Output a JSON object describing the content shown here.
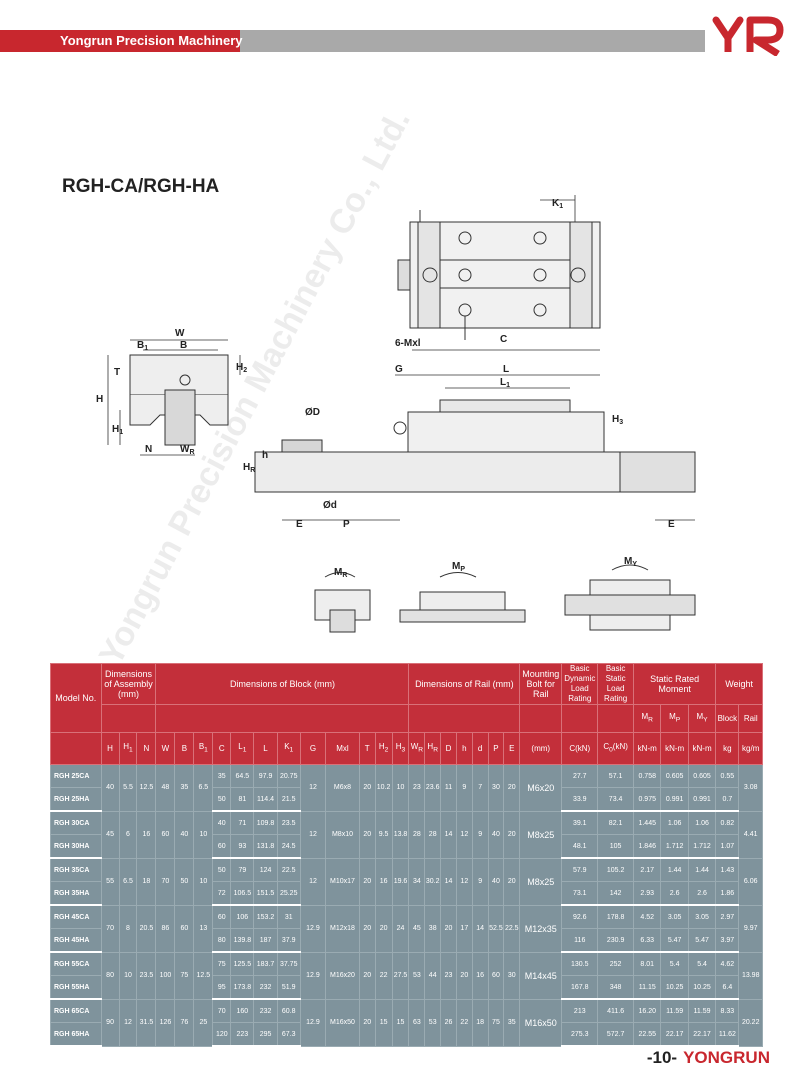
{
  "header": {
    "company": "Yongrun Precision Machinery",
    "colors": {
      "red": "#c8272e",
      "grey": "#a9a9a9"
    }
  },
  "logo": {
    "icon": "yr-logo-icon"
  },
  "page_title": "RGH-CA/RGH-HA",
  "watermark": "Yongrun Precision Machinery Co., Ltd.",
  "drawing": {
    "labels": {
      "w": "W",
      "b1": "B",
      "b1_sub": "1",
      "b": "B",
      "t": "T",
      "h2": "H",
      "h2_sub": "2",
      "h": "H",
      "h1": "H",
      "h1_sub": "1",
      "n": "N",
      "wr": "W",
      "wr_sub": "R",
      "k1": "K",
      "k1_sub": "1",
      "mxl": "6-Mxl",
      "c": "C",
      "g": "G",
      "l": "L",
      "l1": "L",
      "l1_sub": "1",
      "h3": "H",
      "h3_sub": "3",
      "od": "ØD",
      "hr": "H",
      "hr_sub": "R",
      "h_small": "h",
      "d_small": "Ød",
      "e": "E",
      "p": "P",
      "e2": "E",
      "mr": "M",
      "mr_sub": "R",
      "mp": "M",
      "mp_sub": "P",
      "my": "M",
      "my_sub": "Y"
    }
  },
  "table": {
    "h_model": "Model No.",
    "h_assembly": "Dimensions of Assembly (mm)",
    "h_block": "Dimensions of Block (mm)",
    "h_rail": "Dimensions of Rail (mm)",
    "h_bolt": "Mounting Bolt for Rail",
    "h_dyn": "Basic Dynamic Load Rating",
    "h_stat": "Basic Static Load Rating",
    "h_moment": "Static Rated Moment",
    "h_weight": "Weight",
    "h_mr": "M",
    "h_mr_sub": "R",
    "h_mp": "M",
    "h_mp_sub": "P",
    "h_my": "M",
    "h_my_sub": "Y",
    "h_block_w": "Block",
    "h_rail_w": "Rail",
    "cols": {
      "H": "H",
      "H1": "H",
      "H1_sub": "1",
      "N": "N",
      "W": "W",
      "B": "B",
      "B1": "B",
      "B1_sub": "1",
      "C": "C",
      "L1": "L",
      "L1_sub": "1",
      "L": "L",
      "K1": "K",
      "K1_sub": "1",
      "G": "G",
      "Mxl": "Mxl",
      "T": "T",
      "H2": "H",
      "H2_sub": "2",
      "H3": "H",
      "H3_sub": "3",
      "WR": "W",
      "WR_sub": "R",
      "HR": "H",
      "HR_sub": "R",
      "D": "D",
      "h": "h",
      "d": "d",
      "P": "P",
      "E": "E",
      "bolt_unit": "(mm)",
      "C_kN": "C(kN)",
      "C0": "C",
      "C0_sub": "0",
      "C0_unit": "(kN)",
      "knm1": "kN-m",
      "knm2": "kN-m",
      "knm3": "kN-m",
      "kg": "kg",
      "kgm": "kg/m"
    },
    "groups": [
      {
        "rows": [
          {
            "model": "RGH 25CA",
            "C": "35",
            "L1": "64.5",
            "L": "97.9",
            "K1": "20.75",
            "dyn": "27.7",
            "stat": "57.1",
            "mr": "0.758",
            "mp": "0.605",
            "my": "0.605",
            "wb": "0.55"
          },
          {
            "model": "RGH 25HA",
            "C": "50",
            "L1": "81",
            "L": "114.4",
            "K1": "21.5",
            "dyn": "33.9",
            "stat": "73.4",
            "mr": "0.975",
            "mp": "0.991",
            "my": "0.991",
            "wb": "0.7"
          }
        ],
        "H": "40",
        "H1": "5.5",
        "N": "12.5",
        "W": "48",
        "B": "35",
        "B1": "6.5",
        "G": "12",
        "Mxl": "M6x8",
        "T": "20",
        "H2": "10.2",
        "H3": "10",
        "WR": "23",
        "HR": "23.6",
        "D": "11",
        "h": "9",
        "d": "7",
        "P": "30",
        "E": "20",
        "bolt": "M6x20",
        "wr": "3.08"
      },
      {
        "rows": [
          {
            "model": "RGH 30CA",
            "C": "40",
            "L1": "71",
            "L": "109.8",
            "K1": "23.5",
            "dyn": "39.1",
            "stat": "82.1",
            "mr": "1.445",
            "mp": "1.06",
            "my": "1.06",
            "wb": "0.82"
          },
          {
            "model": "RGH 30HA",
            "C": "60",
            "L1": "93",
            "L": "131.8",
            "K1": "24.5",
            "dyn": "48.1",
            "stat": "105",
            "mr": "1.846",
            "mp": "1.712",
            "my": "1.712",
            "wb": "1.07"
          }
        ],
        "H": "45",
        "H1": "6",
        "N": "16",
        "W": "60",
        "B": "40",
        "B1": "10",
        "G": "12",
        "Mxl": "M8x10",
        "T": "20",
        "H2": "9.5",
        "H3": "13.8",
        "WR": "28",
        "HR": "28",
        "D": "14",
        "h": "12",
        "d": "9",
        "P": "40",
        "E": "20",
        "bolt": "M8x25",
        "wr": "4.41"
      },
      {
        "rows": [
          {
            "model": "RGH 35CA",
            "C": "50",
            "L1": "79",
            "L": "124",
            "K1": "22.5",
            "dyn": "57.9",
            "stat": "105.2",
            "mr": "2.17",
            "mp": "1.44",
            "my": "1.44",
            "wb": "1.43"
          },
          {
            "model": "RGH 35HA",
            "C": "72",
            "L1": "106.5",
            "L": "151.5",
            "K1": "25.25",
            "dyn": "73.1",
            "stat": "142",
            "mr": "2.93",
            "mp": "2.6",
            "my": "2.6",
            "wb": "1.86"
          }
        ],
        "H": "55",
        "H1": "6.5",
        "N": "18",
        "W": "70",
        "B": "50",
        "B1": "10",
        "G": "12",
        "Mxl": "M10x17",
        "T": "20",
        "H2": "16",
        "H3": "19.6",
        "WR": "34",
        "HR": "30.2",
        "D": "14",
        "h": "12",
        "d": "9",
        "P": "40",
        "E": "20",
        "bolt": "M8x25",
        "wr": "6.06"
      },
      {
        "rows": [
          {
            "model": "RGH 45CA",
            "C": "60",
            "L1": "106",
            "L": "153.2",
            "K1": "31",
            "dyn": "92.6",
            "stat": "178.8",
            "mr": "4.52",
            "mp": "3.05",
            "my": "3.05",
            "wb": "2.97"
          },
          {
            "model": "RGH 45HA",
            "C": "80",
            "L1": "139.8",
            "L": "187",
            "K1": "37.9",
            "dyn": "116",
            "stat": "230.9",
            "mr": "6.33",
            "mp": "5.47",
            "my": "5.47",
            "wb": "3.97"
          }
        ],
        "H": "70",
        "H1": "8",
        "N": "20.5",
        "W": "86",
        "B": "60",
        "B1": "13",
        "G": "12.9",
        "Mxl": "M12x18",
        "T": "20",
        "H2": "20",
        "H3": "24",
        "WR": "45",
        "HR": "38",
        "D": "20",
        "h": "17",
        "d": "14",
        "P": "52.5",
        "E": "22.5",
        "bolt": "M12x35",
        "wr": "9.97"
      },
      {
        "rows": [
          {
            "model": "RGH 55CA",
            "C": "75",
            "L1": "125.5",
            "L": "183.7",
            "K1": "37.75",
            "dyn": "130.5",
            "stat": "252",
            "mr": "8.01",
            "mp": "5.4",
            "my": "5.4",
            "wb": "4.62"
          },
          {
            "model": "RGH 55HA",
            "C": "95",
            "L1": "173.8",
            "L": "232",
            "K1": "51.9",
            "dyn": "167.8",
            "stat": "348",
            "mr": "11.15",
            "mp": "10.25",
            "my": "10.25",
            "wb": "6.4"
          }
        ],
        "H": "80",
        "H1": "10",
        "N": "23.5",
        "W": "100",
        "B": "75",
        "B1": "12.5",
        "G": "12.9",
        "Mxl": "M16x20",
        "T": "20",
        "H2": "22",
        "H3": "27.5",
        "WR": "53",
        "HR": "44",
        "D": "23",
        "h": "20",
        "d": "16",
        "P": "60",
        "E": "30",
        "bolt": "M14x45",
        "wr": "13.98"
      },
      {
        "rows": [
          {
            "model": "RGH 65CA",
            "C": "70",
            "L1": "160",
            "L": "232",
            "K1": "60.8",
            "dyn": "213",
            "stat": "411.6",
            "mr": "16.20",
            "mp": "11.59",
            "my": "11.59",
            "wb": "8.33"
          },
          {
            "model": "RGH 65HA",
            "C": "120",
            "L1": "223",
            "L": "295",
            "K1": "67.3",
            "dyn": "275.3",
            "stat": "572.7",
            "mr": "22.55",
            "mp": "22.17",
            "my": "22.17",
            "wb": "11.62"
          }
        ],
        "H": "90",
        "H1": "12",
        "N": "31.5",
        "W": "126",
        "B": "76",
        "B1": "25",
        "G": "12.9",
        "Mxl": "M16x50",
        "T": "20",
        "H2": "15",
        "H3": "15",
        "WR": "63",
        "HR": "53",
        "D": "26",
        "h": "22",
        "d": "18",
        "P": "75",
        "E": "35",
        "bolt": "M16x50",
        "wr": "20.22"
      }
    ]
  },
  "footer": {
    "page": "-10-",
    "brand": "YONGRUN"
  }
}
